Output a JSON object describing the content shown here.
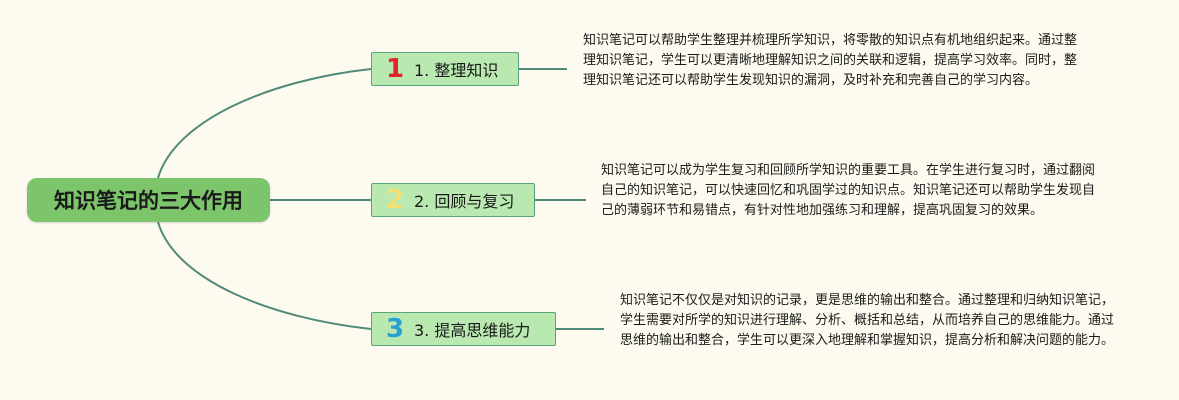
{
  "root": {
    "title": "知识笔记的三大作用"
  },
  "branches": [
    {
      "number": "1",
      "label": "1. 整理知识",
      "description": "知识笔记可以帮助学生整理并梳理所学知识，将零散的知识点有机地组织起来。通过整理知识笔记，学生可以更清晰地理解知识之间的关联和逻辑，提高学习效率。同时，整理知识笔记还可以帮助学生发现知识的漏洞，及时补充和完善自己的学习内容。"
    },
    {
      "number": "2",
      "label": "2. 回顾与复习",
      "description": "知识笔记可以成为学生复习和回顾所学知识的重要工具。在学生进行复习时，通过翻阅自己的知识笔记，可以快速回忆和巩固学过的知识点。知识笔记还可以帮助学生发现自己的薄弱环节和易错点，有针对性地加强练习和理解，提高巩固复习的效果。"
    },
    {
      "number": "3",
      "label": "3. 提高思维能力",
      "description": "知识笔记不仅仅是对知识的记录，更是思维的输出和整合。通过整理和归纳知识笔记，学生需要对所学的知识进行理解、分析、概括和总结，从而培养自己的思维能力。通过思维的输出和整合，学生可以更深入地理解和掌握知识，提高分析和解决问题的能力。"
    }
  ],
  "colors": {
    "background": "#fdfbf0",
    "root_fill": "#7cc56a",
    "node_fill": "#b9e8b0",
    "connector": "#4f8a7c",
    "number_1": "#e5232b",
    "number_2": "#f4df74",
    "number_3": "#2a9fd6"
  }
}
